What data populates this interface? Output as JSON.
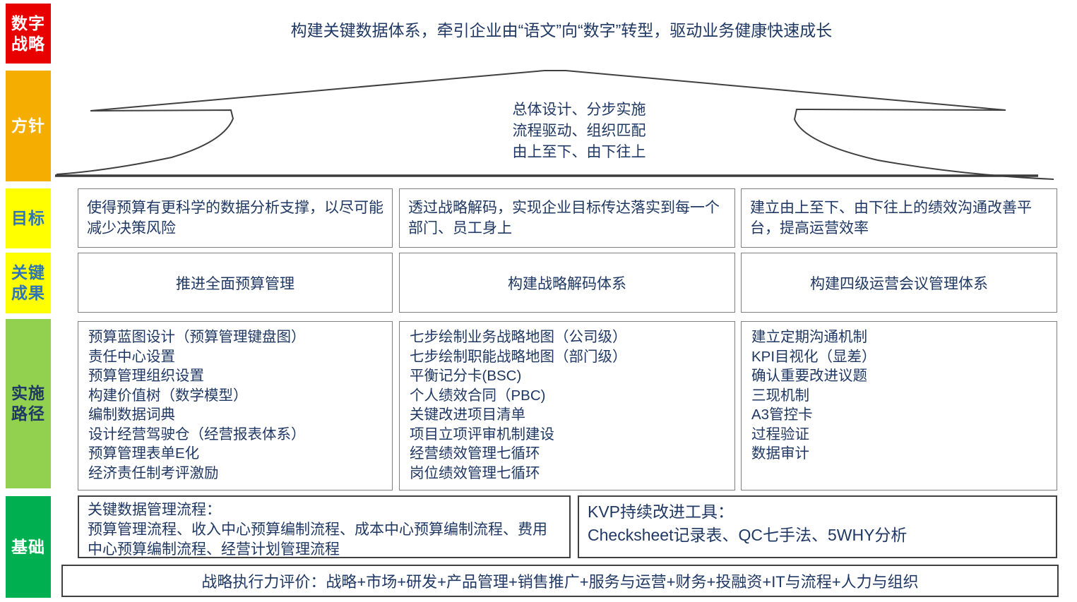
{
  "title": "构建关键数据体系，牵引企业由“语文”向“数字”转型，驱动业务健康快速成长",
  "colors": {
    "strategy_red": "#E80000",
    "policy_orange": "#F4AD00",
    "goal_yellow": "#FFFF00",
    "impl_light_green": "#92D050",
    "foundation_green": "#00B050",
    "text_navy": "#1F3864",
    "label_teal_blue": "#2E75B6",
    "box_border_gray": "#808080",
    "dark_border": "#404040"
  },
  "sidebar_labels": [
    {
      "key": "digital-strategy",
      "label": "数字\n战略"
    },
    {
      "key": "policy",
      "label": "方针"
    },
    {
      "key": "goal",
      "label": "目标"
    },
    {
      "key": "key-results",
      "label": "关键\n成果"
    },
    {
      "key": "implementation-path",
      "label": "实施\n路径"
    },
    {
      "key": "foundation",
      "label": "基础"
    }
  ],
  "policy_lines": [
    "总体设计、分步实施",
    "流程驱动、组织匹配",
    "由上至下、由下往上"
  ],
  "goals": [
    "使得预算有更科学的数据分析支撑，以尽可能减少决策风险",
    "透过战略解码，实现企业目标传达落实到每一个部门、员工身上",
    "建立由上至下、由下往上的绩效沟通改善平台，提高运营效率"
  ],
  "key_results": [
    "推进全面预算管理",
    "构建战略解码体系",
    "构建四级运营会议管理体系"
  ],
  "implementation_paths": [
    {
      "items": [
        "预算蓝图设计（预算管理键盘图）",
        "责任中心设置",
        "预算管理组织设置",
        "构建价值树（数学模型）",
        "编制数据词典",
        "设计经营驾驶仓（经营报表体系）",
        "预算管理表单E化",
        "经济责任制考评激励"
      ]
    },
    {
      "items": [
        "七步绘制业务战略地图（公司级）",
        "七步绘制职能战略地图（部门级）",
        "平衡记分卡(BSC)",
        "个人绩效合同（PBC)",
        "关键改进项目清单",
        "项目立项评审机制建设",
        "经营绩效管理七循环",
        "岗位绩效管理七循环"
      ]
    },
    {
      "items": [
        "建立定期沟通机制",
        "KPI目视化（显差）",
        "确认重要改进议题",
        "三现机制",
        "A3管控卡",
        "过程验证",
        "数据审计"
      ]
    }
  ],
  "foundation": {
    "left": {
      "heading": "关键数据管理流程：",
      "body": "预算管理流程、收入中心预算编制流程、成本中心预算编制流程、费用中心预算编制流程、经营计划管理流程"
    },
    "right": {
      "heading": "KVP持续改进工具：",
      "body": "Checksheet记录表、QC七手法、5WHY分析"
    }
  },
  "evaluation_bar": "战略执行力评价：战略+市场+研发+产品管理+销售推广+服务与运营+财务+投融资+IT与流程+人力与组织"
}
